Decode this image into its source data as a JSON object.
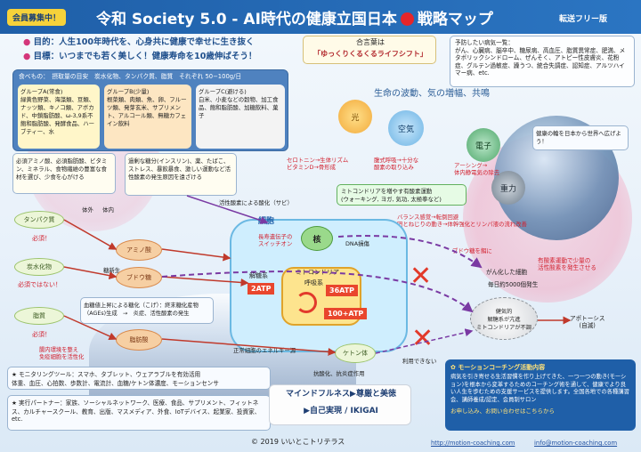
{
  "header": {
    "badge_left": "会員募集中！",
    "title_part1": "令和 Society 5.0 - AI時代の健康立国日本",
    "title_part2": "戦略マップ",
    "badge_right": "転送フリー版"
  },
  "goals": {
    "purpose": "目的：人生100年時代を、心身共に健康で幸せに生き抜く",
    "target": "目標：いつまでも若く美しく！健康寿命を10歳伸ばそう！"
  },
  "motto": {
    "label": "合言葉は",
    "value": "「ゆっくりくるくるライフシフト」"
  },
  "diseases": "予防したい病気一覧：\nがん、心臓病、脳卒中、糖尿病、高血圧、脂質異常症、肥満、メタボリックシンドローム、ぜんそく、アトピー性皮膚炎、花粉症、グルテン過敏症、躁うつ、統合失調症、認知症、アルツハイマー病、etc.",
  "food": {
    "header": "食べもの：　摂取量の目安　炭水化物、タンパク質、脂質　それぞれ 50−100g/日",
    "group_a": "グループA(常食)\n緑黄色野菜、海藻類、豆類、ナッツ類、キノコ類、アボカド、中鎖脂肪酸、ω-3,9系不飽和脂肪酸、発酵食品、ハーブティー、水",
    "group_b": "グループB(少量)\n根菜類、肉類、魚、卵、フルーツ類、発芽玄米、サプリメント、アルコール類、無糖カフェイン飲料",
    "group_c": "グループC(避ける)\n白米、小麦などの穀物、加工食品、飽和脂肪酸、加糖飲料、菓子"
  },
  "notes": {
    "essential": "必須アミノ酸、必須脂肪酸、ビタミン、ミネラル、食物繊維の豊富な食材を選び、少食を心がける",
    "stress": "過剰な糖分(インスリン)、薬、たばこ、ストレス、暴飲暴食、激しい運動など活性酸素の発生原因を遠ざける",
    "glycation": "血糖値上昇による糖化（こげ）：終末糖化産物（AGEs)生成　→　炎症、活性酸素の発生",
    "active_oxygen": "活性酸素による酸化（サビ）",
    "gut": "腸内環境を整え\n免疫細胞を活性化",
    "wave": "生命の波動、気の増幅、共鳴",
    "serotonin": "セロトニン→生体リズム\nビタミンD→骨形成",
    "breath": "腹式呼吸→十分な\n酸素の取り込み",
    "earthing": "アーシング→\n体内静電気の除去",
    "exercise": "ミトコンドリアを増やす有酸素運動\n(ウォーキング, ヨガ, 気功, 太極拳など)",
    "balance": "バランス感覚→転倒回避\n円とねじりの動き→体幹強化とリンパ液の流れ改善",
    "earth_wave": "健康の輪を日本から世界へ広げよう！",
    "body_outside": "体外",
    "body_inside": "体内"
  },
  "energy": {
    "light": "光",
    "air": "空気",
    "electron": "電子",
    "gravity": "重力"
  },
  "nutrients": {
    "protein": "タンパク質",
    "protein_req": "必須！",
    "carb": "炭水化物",
    "carb_req": "必須ではない！",
    "fat": "脂質",
    "fat_req": "必須！",
    "amino": "アミノ酸",
    "glucose": "ブドウ糖",
    "fatty_acid": "脂肪酸",
    "glycogen": "糖新生",
    "ketone": "ケトン体"
  },
  "cell": {
    "label": "細胞",
    "nucleus": "核",
    "gene_switch": "長寿遺伝子の\nスイッチオン",
    "dna": "DNA損傷",
    "glycolysis": "解糖系",
    "atp2": "2ATP",
    "mito": "ミトコンドリア",
    "respiration": "呼吸系",
    "atp36": "36ATP",
    "atp100": "100+ATP",
    "energy_source": "正常細胞のエネルギー源",
    "anti": "抗酸化、抗炎症作用"
  },
  "cancer": {
    "glucose_only": "ブドウ糖を餌に",
    "cancer_cell": "がん化した細胞",
    "daily": "毎日約5000個発生",
    "aerobic": "有酸素運動で少量の\n活性酸素を発生させる",
    "mito_damage": "健気的\n解糖系が亢進\nミトコンドリアが不調",
    "apoptosis": "アポトーシス\n(自滅)",
    "unusable": "利用できない"
  },
  "mindful": {
    "line1": "マインドフルネス▶尊厳と美徳",
    "line2": "▶自己実現 / IKIGAI"
  },
  "monitoring": "★ モニタリングツール：スマホ、タブレット、ウェアラブルを有効活用\n体重、血圧、心拍数、歩数計、電流計、血糖/ケトン体濃度、モーションセンサ",
  "partners": "★ 実行パートナー：家族、ソーシャルネットワーク、医療、食品、サプリメント、フィットネス、カルチャースクール、教育、出版、マスメディア、外食、IoTデバイス、起業家、投資家、etc.",
  "coaching": {
    "title": "モーションコーチング活動内容",
    "body": "病気を引き寄せる生活習慣を作り上げてきた、一つ一つの動き(モーション)を根本から変革するためのコーチング術を通して、健康でより良い人生を歩むための支援サービスを提供します。全国各地での各種講習会、講師養成/認定、会員制サロン",
    "contact": "お申し込み、お問い合わせはこちらから"
  },
  "footer": {
    "copyright": "© 2019 いいとこトリテラス",
    "url": "http://motion-coaching.com",
    "email": "info@motion-coaching.com"
  },
  "colors": {
    "header_blue": "#1f5fa8",
    "badge_yellow": "#f6d23a",
    "red": "#e6252a",
    "sun": "#f2b84a",
    "cell": "#bfe3f8"
  }
}
